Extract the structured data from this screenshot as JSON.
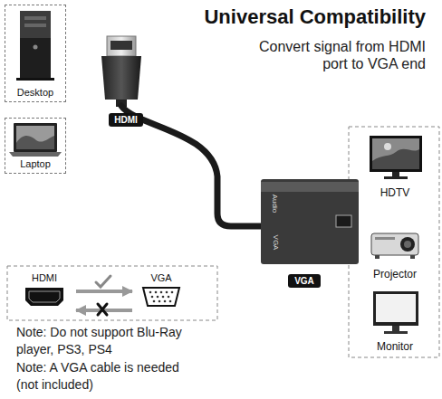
{
  "diagram": {
    "title": "Universal Compatibility",
    "nodes": [
      {
        "text": [
          "Desktop"
        ]
      },
      {
        "text": [
          "Laptop"
        ]
      },
      {
        "text": [
          "HDMI"
        ]
      },
      {
        "text": [
          "VGA"
        ]
      },
      {
        "text": [
          "HDTV"
        ]
      },
      {
        "text": [
          "Projector"
        ]
      },
      {
        "text": [
          "Monitor"
        ]
      },
      {
        "text": [
          "HDMI"
        ]
      },
      {
        "text": [
          "VGA"
        ]
      }
    ],
    "edges": [
      {
        "from": 7,
        "to": 8,
        "arrow": "to"
      },
      {
        "from": 8,
        "to": 7,
        "arrow": "to"
      }
    ],
    "labels": [
      "Convert signal from HDMI port to VGA end",
      "Audio",
      "VGA",
      "Note: Do not support Blu-Ray player, PS3, PS4",
      "Note: A VGA cable is needed (not included)"
    ]
  }
}
